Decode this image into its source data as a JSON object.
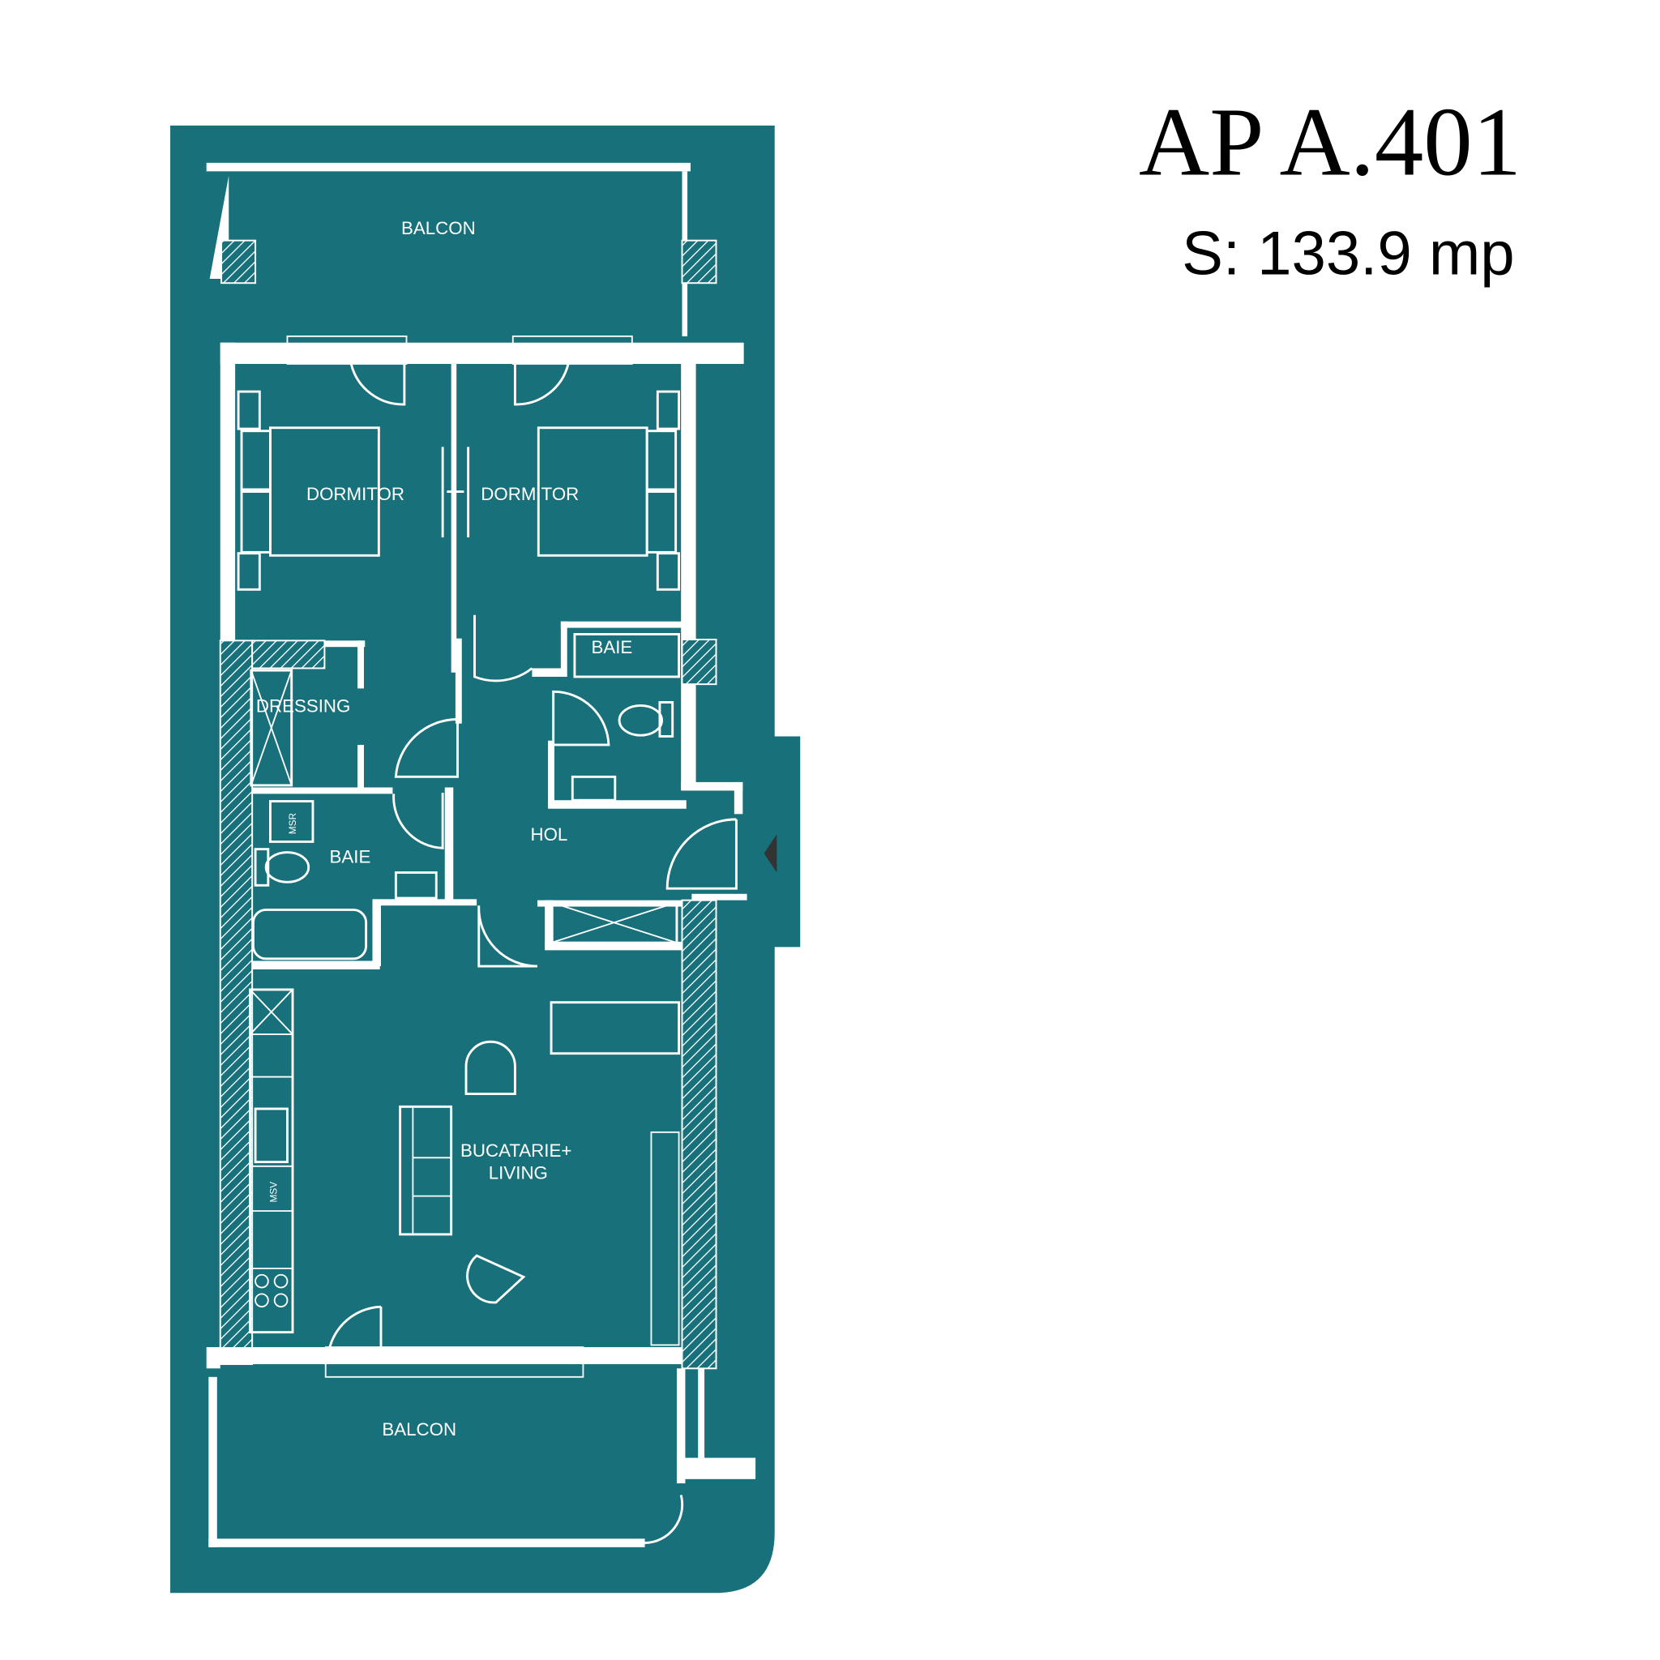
{
  "header": {
    "title": "AP A.401",
    "area": "S: 133.9 mp"
  },
  "rooms": {
    "balcon_top": "BALCON",
    "dormitor_1": "DORMITOR",
    "dormitor_2": "DORMITOR",
    "baie_1": "BAIE",
    "dressing": "DRESSING",
    "hol": "HOL",
    "baie_2": "BAIE",
    "living_1": "BUCATARIE+",
    "living_2": "LIVING",
    "balcon_bottom": "BALCON"
  },
  "fixtures": {
    "msr": "MSR",
    "msv": "MSV"
  },
  "colors": {
    "plan": "#17707A",
    "walls": "#FFFFFF",
    "text": "#000000"
  }
}
